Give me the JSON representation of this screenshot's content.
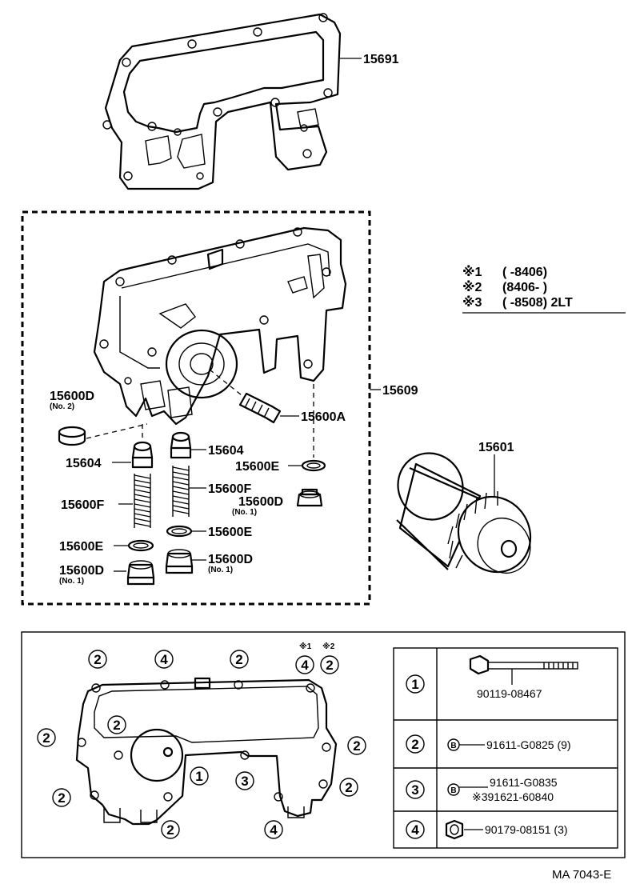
{
  "labels": {
    "gasket": "15691",
    "cooler_assy": "15609",
    "plug_no2": "15600D",
    "plug_no2_note": "(No. 2)",
    "valve_right": "15604",
    "valve_left": "15604",
    "relief_valve": "15600A",
    "gasket_e_upper": "15600E",
    "spring_right": "15600F",
    "spring_left": "15600F",
    "plug_no1_a": "15600D",
    "plug_no1_a_note": "(No. 1)",
    "gasket_e_mid": "15600E",
    "gasket_e_left": "15600E",
    "plug_no1_b": "15600D",
    "plug_no1_b_note": "(No. 1)",
    "plug_no1_c": "15600D",
    "plug_no1_c_note": "(No. 1)",
    "oil_filter": "15601",
    "diagram_code": "MA 7043-E"
  },
  "notes": [
    {
      "mark": "※1",
      "text": "(        -8406)"
    },
    {
      "mark": "※2",
      "text": "(8406-        )"
    },
    {
      "mark": "※3",
      "text": "(        -8508) 2LT"
    }
  ],
  "bolt_callouts": {
    "c1": "1",
    "c2": "2",
    "c3": "3",
    "c4": "4",
    "header_mark1": "※1",
    "header_mark2": "※2"
  },
  "fastener_table": [
    {
      "key": "1",
      "line1": "90119-08467",
      "line2": ""
    },
    {
      "key": "2",
      "badge": "B",
      "line1": "91611-G0825 (9)",
      "line2": ""
    },
    {
      "key": "3",
      "badge": "B",
      "line1": "91611-G0835",
      "line2": "※391621-60840"
    },
    {
      "key": "4",
      "line1": "90179-08151 (3)",
      "line2": ""
    }
  ]
}
